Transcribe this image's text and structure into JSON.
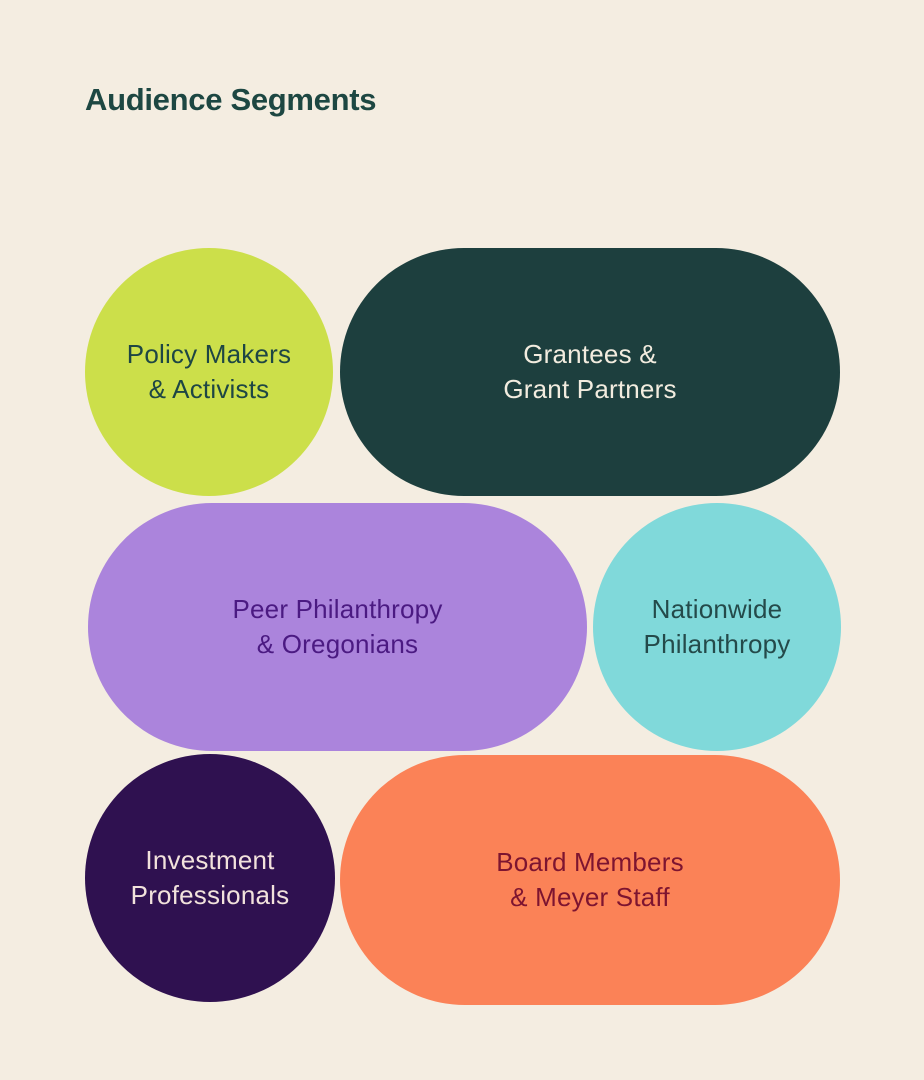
{
  "page": {
    "title": "Audience Segments",
    "background_color": "#f4ede1",
    "title_color": "#1d4742"
  },
  "segments": [
    {
      "id": "policy-makers-activists",
      "line1": "Policy Makers",
      "line2": "& Activists",
      "shape": "circle",
      "bg_color": "#ccdf4a",
      "text_color": "#1e4644"
    },
    {
      "id": "grantees-grant-partners",
      "line1": "Grantees &",
      "line2": "Grant Partners",
      "shape": "pill",
      "bg_color": "#1d3f3e",
      "text_color": "#f2ecdf"
    },
    {
      "id": "peer-philanthropy-oregonians",
      "line1": "Peer Philanthropy",
      "line2": "& Oregonians",
      "shape": "pill",
      "bg_color": "#ab84dc",
      "text_color": "#4b1a82"
    },
    {
      "id": "nationwide-philanthropy",
      "line1": "Nationwide",
      "line2": "Philanthropy",
      "shape": "circle",
      "bg_color": "#80d9da",
      "text_color": "#244a4a"
    },
    {
      "id": "investment-professionals",
      "line1": "Investment",
      "line2": "Professionals",
      "shape": "circle",
      "bg_color": "#2f1150",
      "text_color": "#f2e2dc"
    },
    {
      "id": "board-members-meyer-staff",
      "line1": "Board Members",
      "line2": "& Meyer Staff",
      "shape": "pill",
      "bg_color": "#fb8257",
      "text_color": "#7d1430"
    }
  ]
}
